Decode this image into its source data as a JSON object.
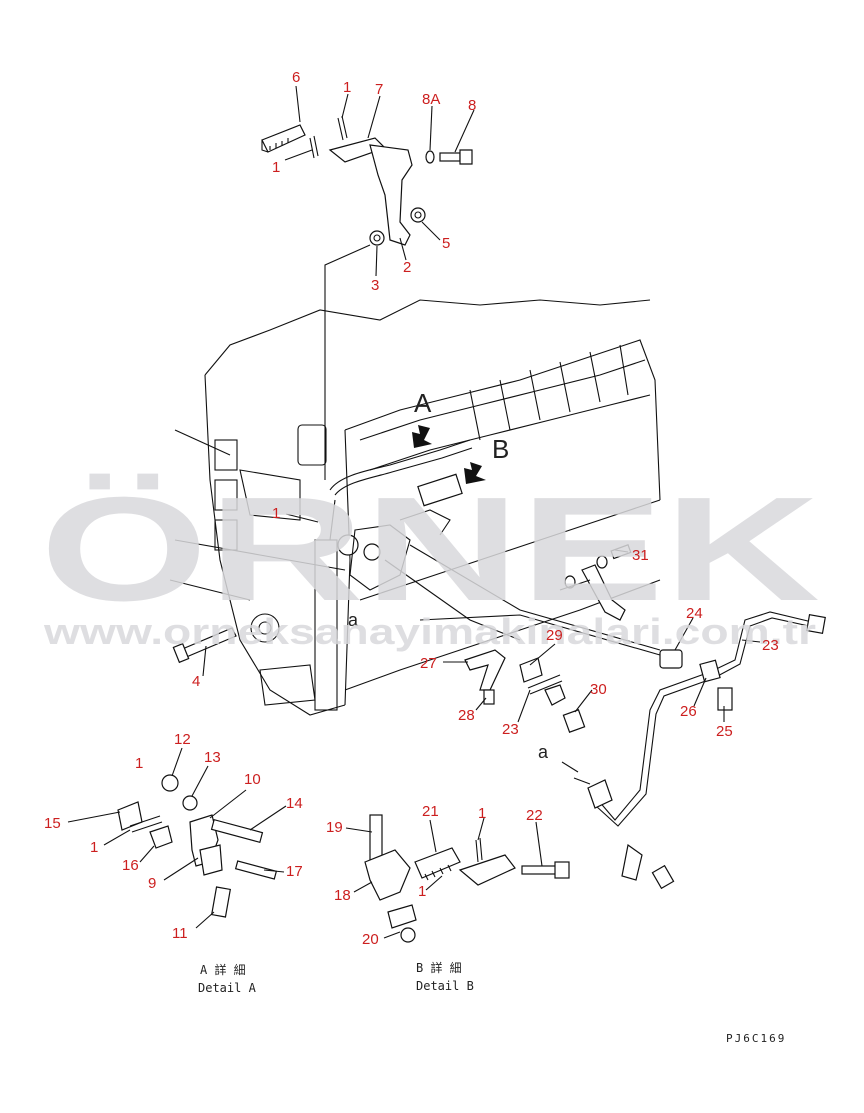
{
  "watermark": {
    "brand": "ÖRNEK",
    "url": "www.orneksanayimakinalari.com.tr"
  },
  "view_markers": {
    "a_top": "A",
    "b_top": "B",
    "a_small_1": "a",
    "a_small_2": "a"
  },
  "captions": {
    "detail_a_jp": "A 詳 細",
    "detail_a_en": "Detail A",
    "detail_b_jp": "B 詳 細",
    "detail_b_en": "Detail B"
  },
  "drawing_code": "PJ6C169",
  "callouts": {
    "c6": "6",
    "c1a": "1",
    "c7": "7",
    "c8a": "8A",
    "c8": "8",
    "c1b": "1",
    "c5": "5",
    "c3": "3",
    "c2": "2",
    "c1c": "1",
    "c31": "31",
    "c24": "24",
    "c23a": "23",
    "c29": "29",
    "c27": "27",
    "c4": "4",
    "c30": "30",
    "c28": "28",
    "c23b": "23",
    "c26": "26",
    "c25": "25",
    "c12": "12",
    "c13": "13",
    "c1d": "1",
    "c10": "10",
    "c14": "14",
    "c15": "15",
    "c1e": "1",
    "c16": "16",
    "c9": "9",
    "c17": "17",
    "c11": "11",
    "c19": "19",
    "c21": "21",
    "c1f": "1",
    "c22": "22",
    "c18": "18",
    "c1g": "1",
    "c20": "20"
  },
  "colors": {
    "callout": "#cc1f1f",
    "watermark": "#d9d9dc",
    "watermark_accent": "#f3dc7a"
  }
}
